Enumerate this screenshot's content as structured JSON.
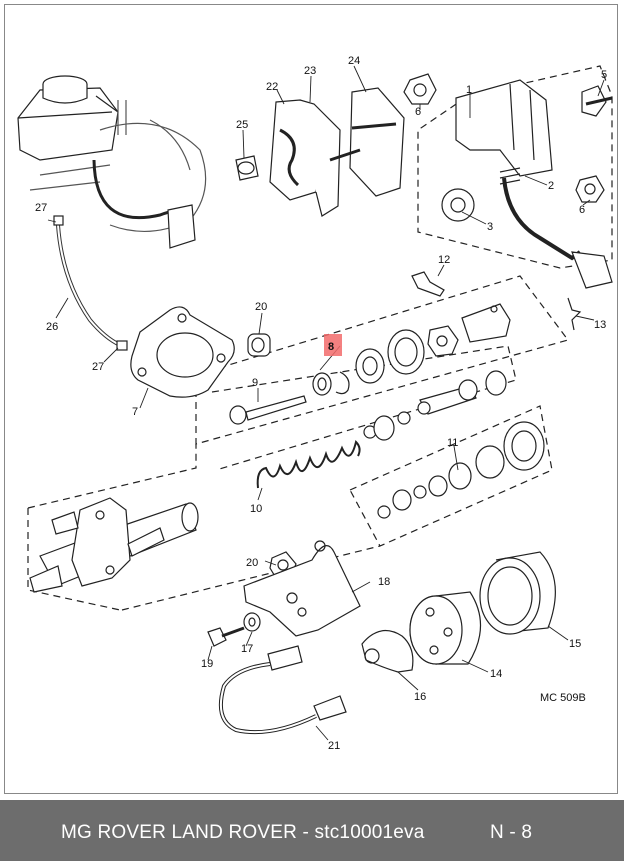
{
  "diagram": {
    "callouts": [
      "1",
      "2",
      "3",
      "5",
      "6",
      "6",
      "7",
      "8",
      "9",
      "10",
      "11",
      "12",
      "13",
      "14",
      "15",
      "16",
      "17",
      "18",
      "19",
      "20",
      "20",
      "21",
      "22",
      "23",
      "24",
      "25",
      "26",
      "27",
      "27"
    ],
    "highlighted_callout": "8",
    "reference_code": "MC 509B",
    "highlight_color": "#f26b6b"
  },
  "footer": {
    "parts_text": "MG ROVER LAND ROVER - stc10001eva",
    "page_ref": "N - 8",
    "background_color": "#6d6d6d"
  }
}
